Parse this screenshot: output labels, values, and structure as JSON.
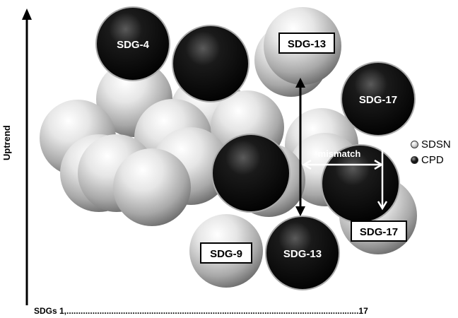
{
  "axes": {
    "y_label": "Uptrend",
    "x_label": "SDGs 1,............................................................................................................................17"
  },
  "legend": {
    "sdsn": "SDSN",
    "cpd": "CPD"
  },
  "labels": {
    "sdg4": "SDG-4",
    "sdg13_top": "SDG-13",
    "sdg17_dark": "SDG-17",
    "sdg17_box": "SDG-17",
    "sdg9": "SDG-9",
    "sdg13_bottom": "SDG-13",
    "mismatch": "mismatch"
  },
  "colors": {
    "sdsn_light": "#e8e8e8",
    "cpd_dark": "#0a0a0a"
  }
}
